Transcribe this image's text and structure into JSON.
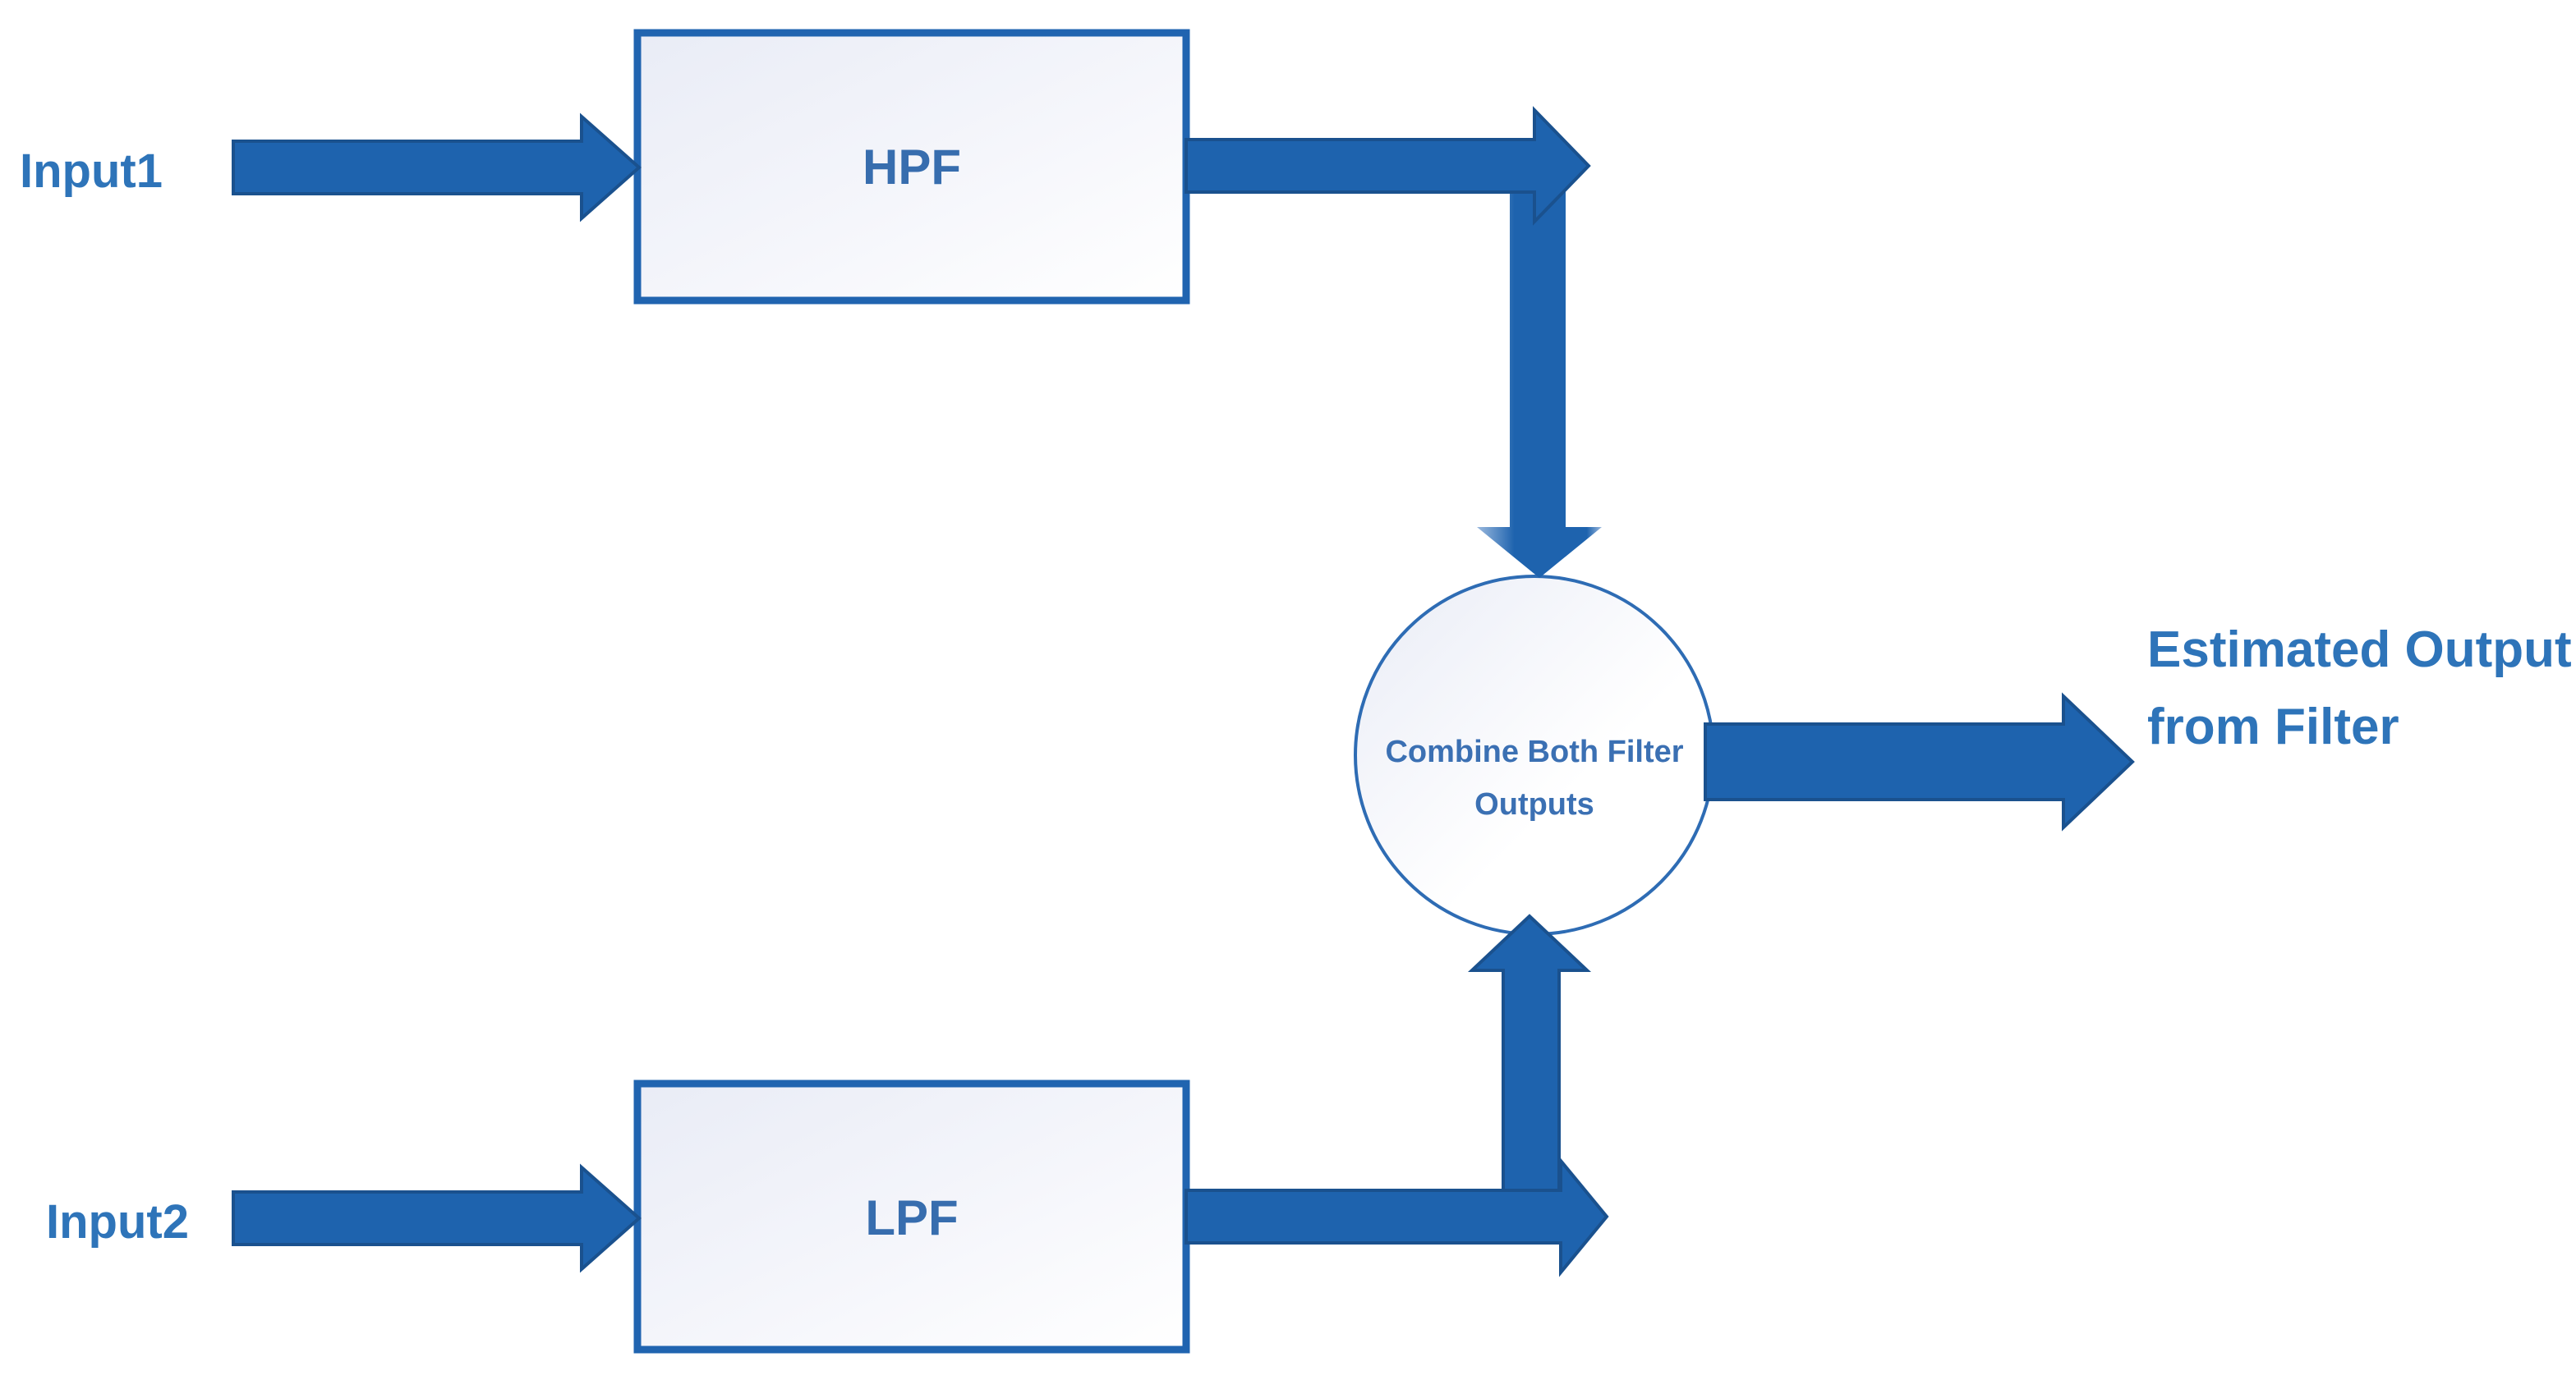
{
  "diagram": {
    "background": "#ffffff",
    "labels": {
      "input1": "Input1",
      "input2": "Input2",
      "hpf": "HPF",
      "lpf": "LPF",
      "combine_line1": "Combine Both Filter",
      "combine_line2": "Outputs",
      "output_line1": "Estimated Output",
      "output_line2": "from Filter"
    },
    "colors": {
      "arrow_fill": "#1e63ae",
      "arrow_outline": "#1a518e",
      "arrow_gradient_light": "#9bb9de",
      "shape_border": "#2064b0",
      "shape_fill_tint": "#e9ecf6",
      "shape_fill_mid": "#f5f6fb",
      "shape_fill_end": "#ffffff",
      "circle_border": "#2e6cb4",
      "label_text": "#2e74b9",
      "node_text": "#376dae",
      "circle_text": "#3b70b3"
    },
    "nodes": [
      {
        "id": "hpf",
        "type": "process-box",
        "label": "HPF"
      },
      {
        "id": "lpf",
        "type": "process-box",
        "label": "LPF"
      },
      {
        "id": "combine",
        "type": "combiner-circle",
        "label": "Combine Both Filter Outputs"
      }
    ],
    "edges": [
      {
        "from": "Input1",
        "to": "HPF"
      },
      {
        "from": "Input2",
        "to": "LPF"
      },
      {
        "from": "HPF",
        "to": "Combine Both Filter Outputs"
      },
      {
        "from": "LPF",
        "to": "Combine Both Filter Outputs"
      },
      {
        "from": "Combine Both Filter Outputs",
        "to": "Estimated Output from Filter"
      }
    ]
  }
}
